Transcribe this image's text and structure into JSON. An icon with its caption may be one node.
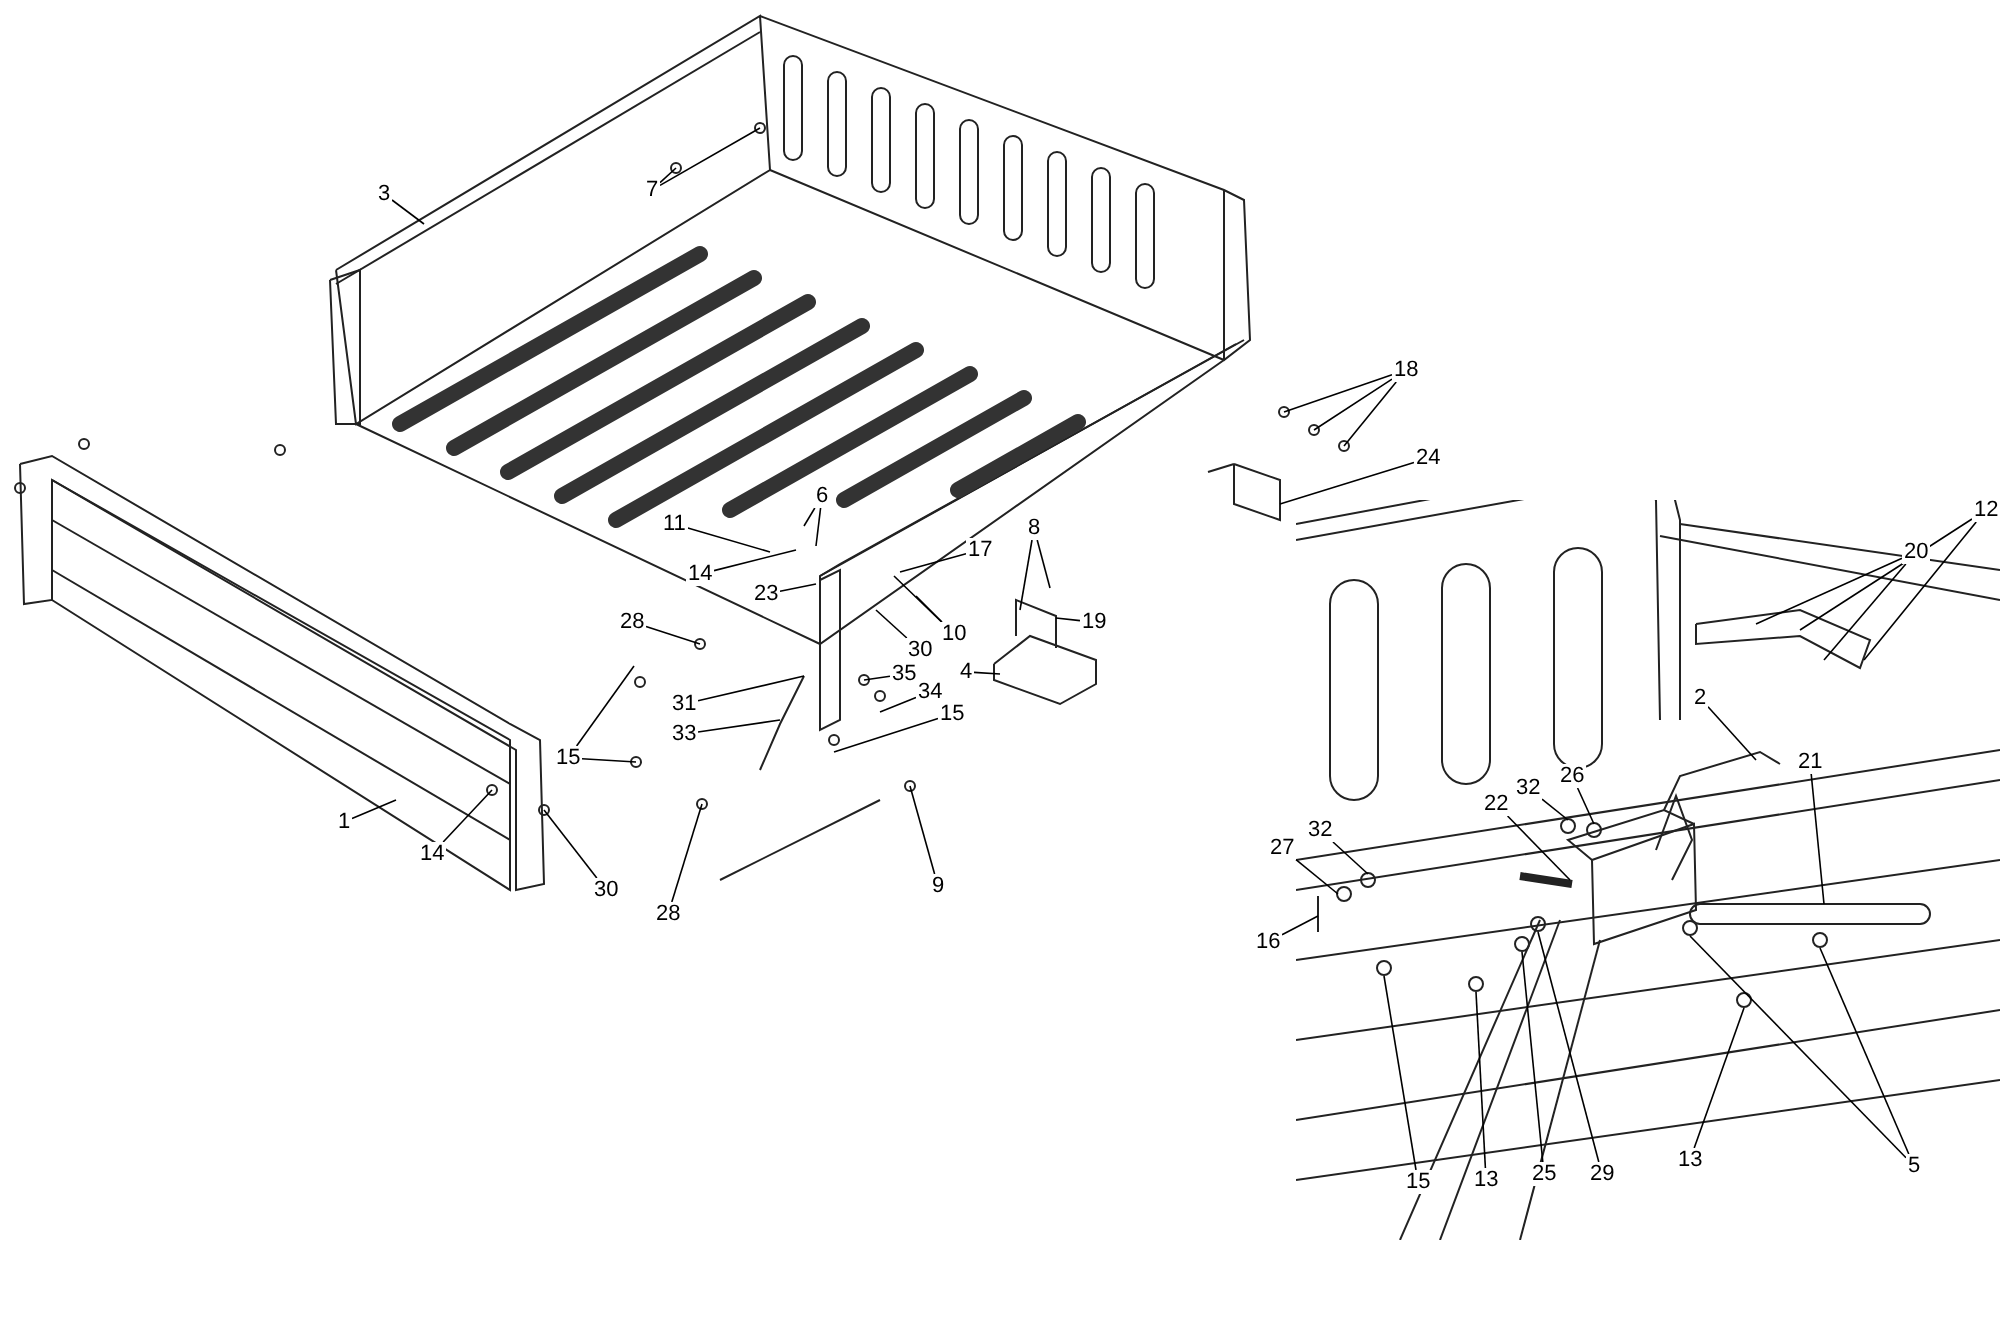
{
  "diagram": {
    "nodes": [
      {
        "text": [
          "3"
        ]
      },
      {
        "text": [
          "7"
        ]
      },
      {
        "text": [
          "6"
        ]
      },
      {
        "text": [
          "11"
        ]
      },
      {
        "text": [
          "14"
        ]
      },
      {
        "text": [
          "23"
        ]
      },
      {
        "text": [
          "17"
        ]
      },
      {
        "text": [
          "8"
        ]
      },
      {
        "text": [
          "19"
        ]
      },
      {
        "text": [
          "10"
        ]
      },
      {
        "text": [
          "30"
        ]
      },
      {
        "text": [
          "28"
        ]
      },
      {
        "text": [
          "4"
        ]
      },
      {
        "text": [
          "35"
        ]
      },
      {
        "text": [
          "34"
        ]
      },
      {
        "text": [
          "15"
        ]
      },
      {
        "text": [
          "31"
        ]
      },
      {
        "text": [
          "33"
        ]
      },
      {
        "text": [
          "15"
        ]
      },
      {
        "text": [
          "1"
        ]
      },
      {
        "text": [
          "14"
        ]
      },
      {
        "text": [
          "30"
        ]
      },
      {
        "text": [
          "28"
        ]
      },
      {
        "text": [
          "9"
        ]
      },
      {
        "text": [
          "18"
        ]
      },
      {
        "text": [
          "24"
        ]
      },
      {
        "text": [
          "12"
        ]
      },
      {
        "text": [
          "20"
        ]
      },
      {
        "text": [
          "2"
        ]
      },
      {
        "text": [
          "21"
        ]
      },
      {
        "text": [
          "26"
        ]
      },
      {
        "text": [
          "32"
        ]
      },
      {
        "text": [
          "22"
        ]
      },
      {
        "text": [
          "32"
        ]
      },
      {
        "text": [
          "27"
        ]
      },
      {
        "text": [
          "16"
        ]
      },
      {
        "text": [
          "15"
        ]
      },
      {
        "text": [
          "13"
        ]
      },
      {
        "text": [
          "25"
        ]
      },
      {
        "text": [
          "29"
        ]
      },
      {
        "text": [
          "13"
        ]
      },
      {
        "text": [
          "5"
        ]
      }
    ],
    "edges": [
      {
        "from": 0,
        "to": null,
        "arrow": "none"
      },
      {
        "from": 1,
        "to": null,
        "arrow": "none"
      },
      {
        "from": 1,
        "to": null,
        "arrow": "none"
      },
      {
        "from": 2,
        "to": null,
        "arrow": "none"
      },
      {
        "from": 2,
        "to": null,
        "arrow": "none"
      },
      {
        "from": 3,
        "to": null,
        "arrow": "none"
      },
      {
        "from": 4,
        "to": null,
        "arrow": "none"
      },
      {
        "from": 5,
        "to": null,
        "arrow": "none"
      },
      {
        "from": 6,
        "to": null,
        "arrow": "none"
      },
      {
        "from": 7,
        "to": null,
        "arrow": "none"
      },
      {
        "from": 7,
        "to": null,
        "arrow": "none"
      },
      {
        "from": 8,
        "to": null,
        "arrow": "none"
      },
      {
        "from": 9,
        "to": null,
        "arrow": "none"
      },
      {
        "from": 9,
        "to": null,
        "arrow": "none"
      },
      {
        "from": 10,
        "to": null,
        "arrow": "none"
      },
      {
        "from": 11,
        "to": null,
        "arrow": "none"
      },
      {
        "from": 12,
        "to": null,
        "arrow": "none"
      },
      {
        "from": 13,
        "to": null,
        "arrow": "none"
      },
      {
        "from": 14,
        "to": null,
        "arrow": "none"
      },
      {
        "from": 15,
        "to": null,
        "arrow": "none"
      },
      {
        "from": 16,
        "to": null,
        "arrow": "none"
      },
      {
        "from": 17,
        "to": null,
        "arrow": "none"
      },
      {
        "from": 18,
        "to": null,
        "arrow": "none"
      },
      {
        "from": 18,
        "to": null,
        "arrow": "none"
      },
      {
        "from": 19,
        "to": null,
        "arrow": "none"
      },
      {
        "from": 20,
        "to": null,
        "arrow": "none"
      },
      {
        "from": 21,
        "to": null,
        "arrow": "none"
      },
      {
        "from": 22,
        "to": null,
        "arrow": "none"
      },
      {
        "from": 23,
        "to": null,
        "arrow": "none"
      },
      {
        "from": 24,
        "to": null,
        "arrow": "none"
      },
      {
        "from": 24,
        "to": null,
        "arrow": "none"
      },
      {
        "from": 24,
        "to": null,
        "arrow": "none"
      },
      {
        "from": 25,
        "to": null,
        "arrow": "none"
      },
      {
        "from": 26,
        "to": null,
        "arrow": "none"
      },
      {
        "from": 26,
        "to": null,
        "arrow": "none"
      },
      {
        "from": 27,
        "to": null,
        "arrow": "none"
      },
      {
        "from": 27,
        "to": null,
        "arrow": "none"
      },
      {
        "from": 28,
        "to": null,
        "arrow": "none"
      },
      {
        "from": 29,
        "to": null,
        "arrow": "none"
      },
      {
        "from": 30,
        "to": null,
        "arrow": "none"
      },
      {
        "from": 31,
        "to": null,
        "arrow": "none"
      },
      {
        "from": 32,
        "to": null,
        "arrow": "none"
      },
      {
        "from": 33,
        "to": null,
        "arrow": "none"
      },
      {
        "from": 34,
        "to": null,
        "arrow": "none"
      },
      {
        "from": 35,
        "to": null,
        "arrow": "none"
      },
      {
        "from": 36,
        "to": null,
        "arrow": "none"
      },
      {
        "from": 37,
        "to": null,
        "arrow": "none"
      },
      {
        "from": 38,
        "to": null,
        "arrow": "none"
      },
      {
        "from": 39,
        "to": null,
        "arrow": "none"
      },
      {
        "from": 40,
        "to": null,
        "arrow": "none"
      },
      {
        "from": 41,
        "to": null,
        "arrow": "none"
      },
      {
        "from": 41,
        "to": null,
        "arrow": "none"
      }
    ]
  }
}
